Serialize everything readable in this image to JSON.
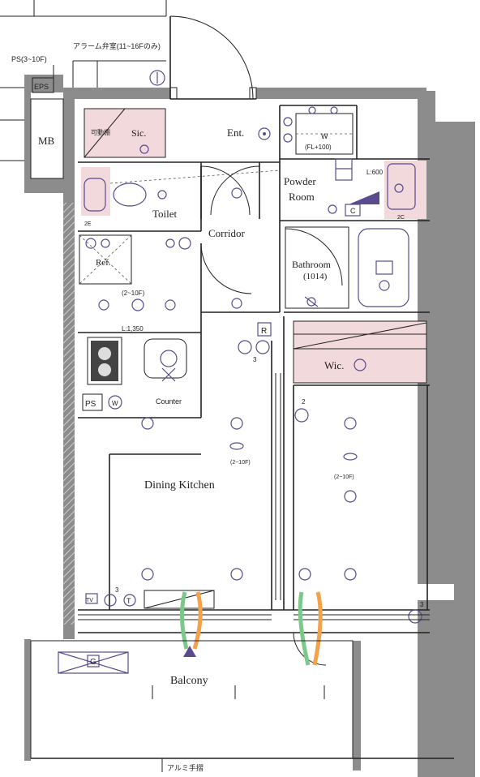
{
  "rooms": {
    "entrance": "Ent.",
    "shoe_closet": "Sic.",
    "powder_room_line1": "Powder",
    "powder_room_line2": "Room",
    "toilet": "Toilet",
    "corridor": "Corridor",
    "bathroom": "Bathroom",
    "bathroom_size": "(1014)",
    "refrigerator": "Ref.",
    "wic": "Wic.",
    "counter": "Counter",
    "dining_kitchen": "Dining Kitchen",
    "balcony": "Balcony",
    "mb": "MB",
    "ps_kitchen": "PS",
    "eps": "EPS"
  },
  "notes": {
    "alarm": "アラーム弁室(11~16Fのみ)",
    "ps_top": "PS(3~10F)",
    "kanabuchi": "可動棚",
    "closet_label": "W",
    "fl": "(FL+100)",
    "l600": "L:600",
    "l1350": "L:1,350",
    "kitchen_floor_note": "(2~10F)",
    "dk_light_note": "(2~10F)",
    "bedroom_light_note": "(2~10F)",
    "handrail": "アルミ手摺",
    "sensor_2e": "2E",
    "sensor_2c": "2C",
    "num3_a": "3",
    "num3_b": "3",
    "num2": "2",
    "num3_c": "3"
  },
  "symbols": {
    "c_box": "C",
    "r_box": "R",
    "w_circle": "W",
    "g_box": "G",
    "tv": "TV",
    "t_circle": "T"
  },
  "colors": {
    "pink_fill": "#f1d9dc",
    "fixture_lavender": "#5a4b8f",
    "wall_gray": "#8c8c8c",
    "vent_green": "#7bc98a",
    "vent_orange": "#f2a24a"
  }
}
